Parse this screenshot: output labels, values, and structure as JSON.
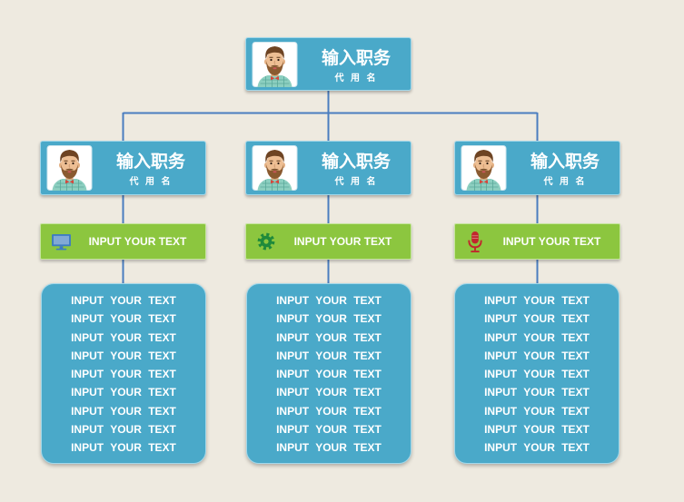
{
  "colors": {
    "background": "#EEEAE0",
    "node_blue": "#4AA9C9",
    "action_green": "#8CC63F",
    "connector": "#4A7DBF",
    "text": "#FFFFFF"
  },
  "root": {
    "title": "输入职务",
    "name": "代 用 名",
    "avatar_icon": "bearded-man-avatar"
  },
  "branches": [
    {
      "title": "输入职务",
      "name": "代 用 名",
      "avatar_icon": "bearded-man-avatar",
      "action": {
        "icon": "monitor-icon",
        "icon_color": "#3E7CC1",
        "label": "INPUT YOUR TEXT"
      },
      "details": [
        "INPUT YOUR TEXT",
        "INPUT YOUR TEXT",
        "INPUT YOUR TEXT",
        "INPUT YOUR TEXT",
        "INPUT YOUR TEXT",
        "INPUT YOUR TEXT",
        "INPUT YOUR TEXT",
        "INPUT YOUR TEXT",
        "INPUT YOUR TEXT"
      ]
    },
    {
      "title": "输入职务",
      "name": "代 用 名",
      "avatar_icon": "bearded-man-avatar",
      "action": {
        "icon": "gear-icon",
        "icon_color": "#1F8A3B",
        "label": "INPUT YOUR TEXT"
      },
      "details": [
        "INPUT YOUR TEXT",
        "INPUT YOUR TEXT",
        "INPUT YOUR TEXT",
        "INPUT YOUR TEXT",
        "INPUT YOUR TEXT",
        "INPUT YOUR TEXT",
        "INPUT YOUR TEXT",
        "INPUT YOUR TEXT",
        "INPUT YOUR TEXT"
      ]
    },
    {
      "title": "输入职务",
      "name": "代 用 名",
      "avatar_icon": "bearded-man-avatar",
      "action": {
        "icon": "microphone-icon",
        "icon_color": "#C1272D",
        "label": "INPUT YOUR TEXT"
      },
      "details": [
        "INPUT YOUR TEXT",
        "INPUT YOUR TEXT",
        "INPUT YOUR TEXT",
        "INPUT YOUR TEXT",
        "INPUT YOUR TEXT",
        "INPUT YOUR TEXT",
        "INPUT YOUR TEXT",
        "INPUT YOUR TEXT",
        "INPUT YOUR TEXT"
      ]
    }
  ]
}
